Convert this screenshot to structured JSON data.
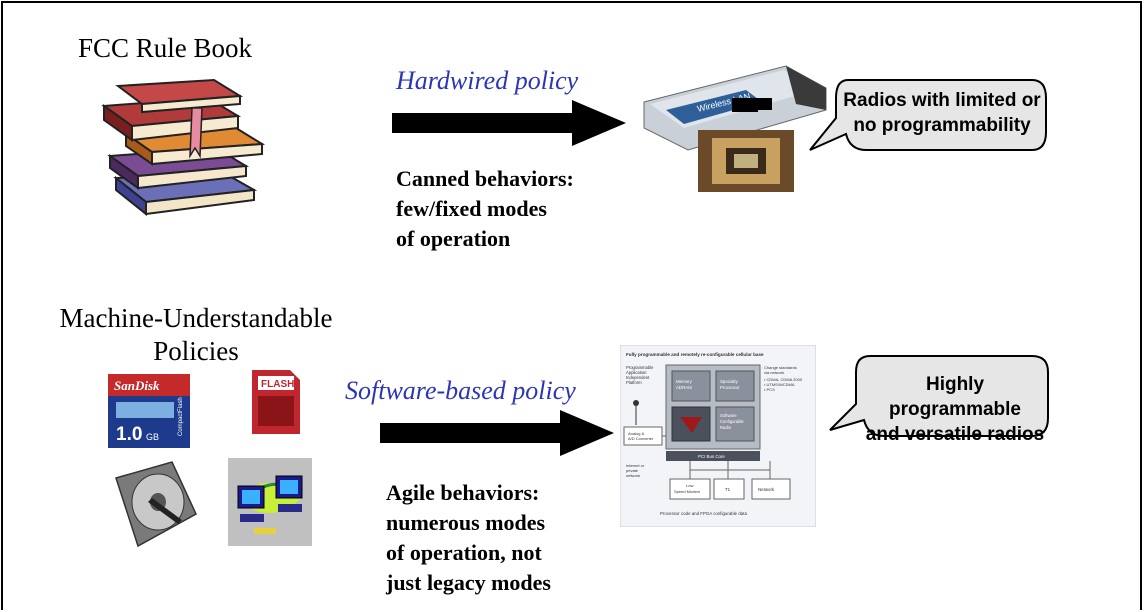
{
  "top": {
    "source_title": "FCC Rule Book",
    "policy_label": "Hardwired policy",
    "behaviors": [
      "Canned behaviors:",
      "few/fixed modes",
      "of operation"
    ],
    "callout": [
      "Radios with limited or",
      "no programmability"
    ],
    "wlan_card_text": "Wireless LAN"
  },
  "bottom": {
    "source_title": [
      "Machine-Understandable",
      "Policies"
    ],
    "policy_label": "Software-based policy",
    "behaviors": [
      "Agile behaviors:",
      "numerous modes",
      "of operation, not",
      "just legacy modes"
    ],
    "callout": [
      "Highly programmable",
      "and versatile radios"
    ],
    "cf_card": {
      "brand": "SanDisk",
      "size": "1.0",
      "unit": "GB",
      "type": "CompactFlash"
    },
    "sd_card": {
      "label": "FLASH"
    },
    "block_diagram": {
      "title": "Fully programmable and remotely re-configurable cellular base",
      "left_box": [
        "Programmable",
        "Application",
        "Independent",
        "Platform"
      ],
      "memory": [
        "Memory",
        "ADRAM"
      ],
      "specialty": [
        "Specialty",
        "Processor"
      ],
      "software": [
        "Software",
        "Configurable",
        "Radio"
      ],
      "change_standards": [
        "Change standards",
        "via network",
        "• CDMA, CDMA 2000",
        "• UTMS/WCDMA",
        "• PCS"
      ],
      "analog": [
        "Analog &",
        "A/D Converter"
      ],
      "bus": "PCI Bus Core",
      "internet": [
        "Internet or",
        "private",
        "network"
      ],
      "modem": [
        "Low",
        "Speed Modem"
      ],
      "t1": "T1",
      "network": "Network",
      "footer": "Processor code and FPGA configurable data"
    }
  },
  "colors": {
    "policy": "#2b35b8",
    "callout_fill": "#e6e6e6",
    "arrow": "#000000"
  }
}
